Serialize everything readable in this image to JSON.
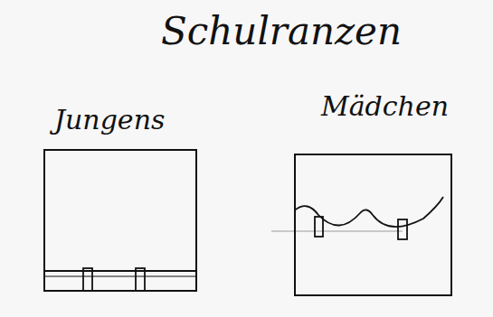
{
  "diagram": {
    "title": "Schulranzen",
    "nodes": [
      {
        "text": [
          "Jungens"
        ]
      },
      {
        "text": [
          "Mädchen"
        ]
      }
    ]
  }
}
